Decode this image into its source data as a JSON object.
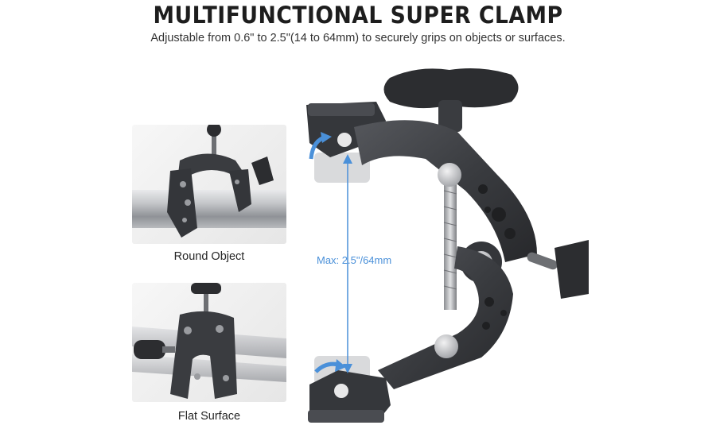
{
  "header": {
    "title": "MULTIFUNCTIONAL SUPER CLAMP",
    "subtitle": "Adjustable from 0.6\" to 2.5\"(14 to 64mm) to securely grips on objects or surfaces."
  },
  "insets": [
    {
      "caption": "Round Object"
    },
    {
      "caption": "Flat Surface"
    }
  ],
  "measurement": {
    "label": "Max: 2.5\"/64mm"
  },
  "colors": {
    "accent": "#4a90d9",
    "clamp_body": "#3a3c40",
    "pipe": "#c9cacd"
  }
}
